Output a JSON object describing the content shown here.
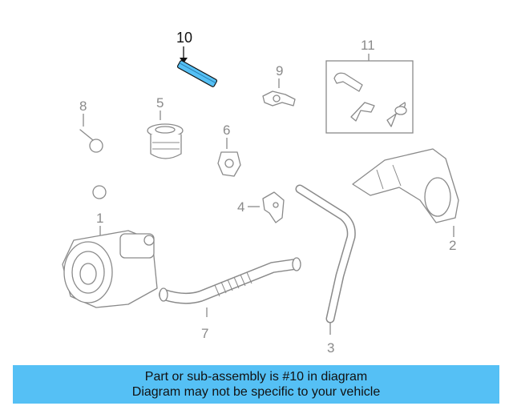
{
  "callouts": {
    "c1": "1",
    "c2": "2",
    "c3": "3",
    "c4": "4",
    "c5": "5",
    "c6": "6",
    "c7": "7",
    "c8": "8",
    "c9": "9",
    "c10": "10",
    "c11": "11"
  },
  "highlighted_part": "10",
  "colors": {
    "highlight": "#55c0f5",
    "banner_bg": "#55c0f5",
    "line": "#8a8a8a",
    "text_dark": "#111111"
  },
  "banner": {
    "line1": "Part or sub-assembly is #10 in diagram",
    "line2": "Diagram may not be specific to your vehicle"
  }
}
